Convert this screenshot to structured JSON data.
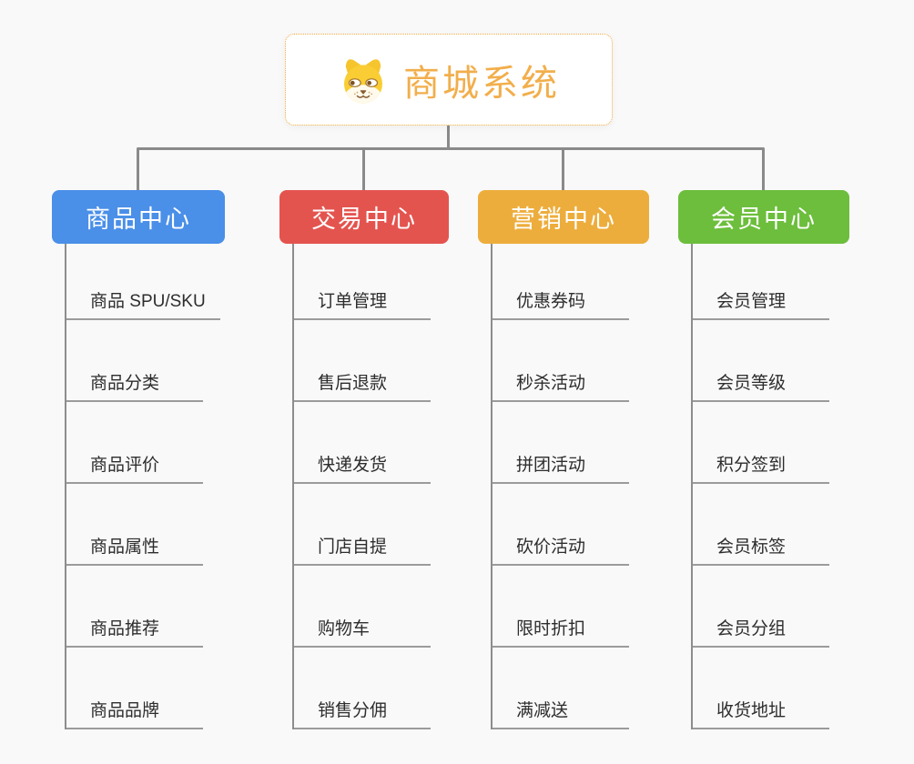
{
  "diagram": {
    "type": "mindmap-org-chart",
    "connector_color": "#8a8a8a",
    "leaf_underline_color": "#9b9b9b",
    "background_color": "#f9f9f9"
  },
  "root": {
    "title": "商城系统",
    "title_color": "#f2ae4b",
    "border_color": "#f2a93d",
    "icon": "shiba-dog-icon"
  },
  "branches": [
    {
      "label": "商品中心",
      "color": "#4a8fe8",
      "items": [
        "商品 SPU/SKU",
        "商品分类",
        "商品评价",
        "商品属性",
        "商品推荐",
        "商品品牌"
      ]
    },
    {
      "label": "交易中心",
      "color": "#e4544f",
      "items": [
        "订单管理",
        "售后退款",
        "快递发货",
        "门店自提",
        "购物车",
        "销售分佣"
      ]
    },
    {
      "label": "营销中心",
      "color": "#edad3c",
      "items": [
        "优惠券码",
        "秒杀活动",
        "拼团活动",
        "砍价活动",
        "限时折扣",
        "满减送"
      ]
    },
    {
      "label": "会员中心",
      "color": "#6cbe3c",
      "items": [
        "会员管理",
        "会员等级",
        "积分签到",
        "会员标签",
        "会员分组",
        "收货地址"
      ]
    }
  ]
}
